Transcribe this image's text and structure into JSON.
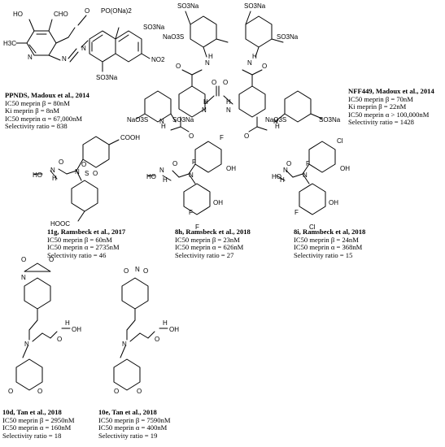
{
  "compounds": [
    {
      "id": "ppnds",
      "name": "PPNDS, Madoux et al., 2014",
      "lines": [
        "IC50 meprin β = 80nM",
        "Ki meprin β = 8nM",
        "IC50 meprin α = 67,000nM",
        "Selectivity ratio = 838"
      ],
      "atoms": [
        "HO",
        "CHO",
        "O",
        "PO(ONa)2",
        "H3C",
        "N",
        "N",
        "N",
        "SO3Na",
        "NO2",
        "SO3Na"
      ]
    },
    {
      "id": "nff449",
      "name": "NFF449, Madoux et al., 2014",
      "lines": [
        "IC50 meprin β = 70nM",
        "Ki meprin β = 22nM",
        "IC50 meprin α > 100,000nM",
        "Selectivity ratio = 1428"
      ],
      "atoms": [
        "SO3Na",
        "SO3Na",
        "NaO3S",
        "SO3Na",
        "H",
        "N",
        "O",
        "N",
        "H",
        "O",
        "O",
        "O",
        "H",
        "N",
        "N",
        "H",
        "H",
        "N",
        "N",
        "H",
        "O",
        "O",
        "NaO3S",
        "SO3Na",
        "NaO3S",
        "SO3Na"
      ]
    },
    {
      "id": "11g",
      "name": "11g, Ramsbeck et al., 2017",
      "lines": [
        "IC50 meprin β = 60nM",
        "IC50 meprin α = 2735nM",
        "Selectivity ratio = 46"
      ],
      "atoms": [
        "COOH",
        "O",
        "HO",
        "N",
        "H",
        "N",
        "S",
        "O",
        "O",
        "HOOC"
      ]
    },
    {
      "id": "8h",
      "name": "8h, Ramsbeck et al., 2018",
      "lines": [
        "IC50 meprin β = 23nM",
        "IC50 meprin α = 626nM",
        "Selectivity ratio = 27"
      ],
      "atoms": [
        "F",
        "F",
        "OH",
        "O",
        "HO",
        "N",
        "H",
        "N",
        "F",
        "OH",
        "F"
      ]
    },
    {
      "id": "8i",
      "name": "8i, Ramsbeck et al, 2018",
      "lines": [
        "IC50 meprin β = 24nM",
        "IC50 meprin α = 368nM",
        "Selectivity ratio = 15"
      ],
      "atoms": [
        "Cl",
        "F",
        "OH",
        "O",
        "HO",
        "N",
        "H",
        "N",
        "F",
        "OH",
        "Cl"
      ]
    },
    {
      "id": "10d",
      "name": "10d, Tan et al., 2018",
      "lines": [
        "IC50 meprin β = 2950nM",
        "IC50 meprin α = 160nM",
        "Selectivity ratio = 18"
      ],
      "atoms": [
        "O",
        "O",
        "N",
        "N",
        "H",
        "OH",
        "O",
        "O",
        "O"
      ]
    },
    {
      "id": "10e",
      "name": "10e, Tan et al., 2018",
      "lines": [
        "IC50 meprin β = 7590nM",
        "IC50 meprin α = 400nM",
        "Selectivity ratio = 19"
      ],
      "atoms": [
        "O",
        "O",
        "N",
        "N",
        "H",
        "OH",
        "O",
        "O",
        "O"
      ]
    }
  ]
}
